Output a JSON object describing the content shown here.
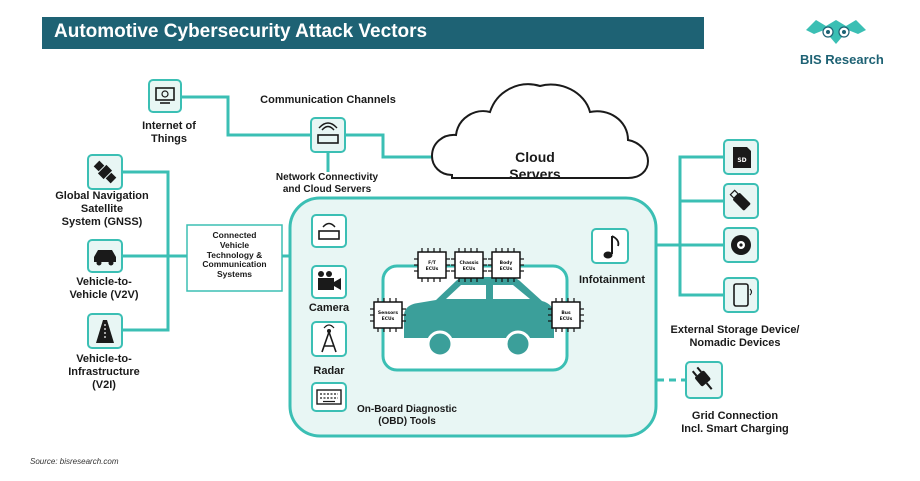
{
  "title": "Automotive Cybersecurity Attack Vectors",
  "brand": "BIS Research",
  "source": "Source: bisresearch.com",
  "colors": {
    "teal": "#3bbfb4",
    "dark_teal": "#1e6274",
    "panel_bg": "#e8f6f4"
  },
  "labels": {
    "internet_of_things": [
      "Internet of",
      "Things"
    ],
    "communication_channels": "Communication Channels",
    "cloud_servers": [
      "Cloud",
      "Servers"
    ],
    "network_connectivity": [
      "Network Connectivity",
      "and Cloud Servers"
    ],
    "gnss": [
      "Global Navigation",
      "Satellite",
      "System (GNSS)"
    ],
    "v2v": [
      "Vehicle-to-",
      "Vehicle (V2V)"
    ],
    "v2i": [
      "Vehicle-to-",
      "Infrastructure",
      "(V2I)"
    ],
    "connected_vehicle": [
      "Connected",
      "Vehicle",
      "Technology &",
      "Communication",
      "Systems"
    ],
    "camera": "Camera",
    "radar": "Radar",
    "obd": [
      "On-Board Diagnostic",
      "(OBD) Tools"
    ],
    "infotainment": "Infotainment",
    "external_storage": [
      "External Storage Device/",
      "Nomadic Devices"
    ],
    "grid_connection": [
      "Grid Connection",
      "Incl. Smart Charging"
    ]
  },
  "chips": [
    "F/T ECUs",
    "Chassis ECUs",
    "Body ECUs",
    "Sensors ECUs",
    "Bus ECUs"
  ],
  "icons": [
    "monitor-icon",
    "router-icon",
    "satellite-icon",
    "car-icon",
    "road-icon",
    "camera-icon",
    "radar-icon",
    "keyboard-icon",
    "music-note-icon",
    "sd-card-icon",
    "usb-drive-icon",
    "disc-icon",
    "smartphone-icon",
    "plug-icon",
    "owl-logo-icon"
  ]
}
